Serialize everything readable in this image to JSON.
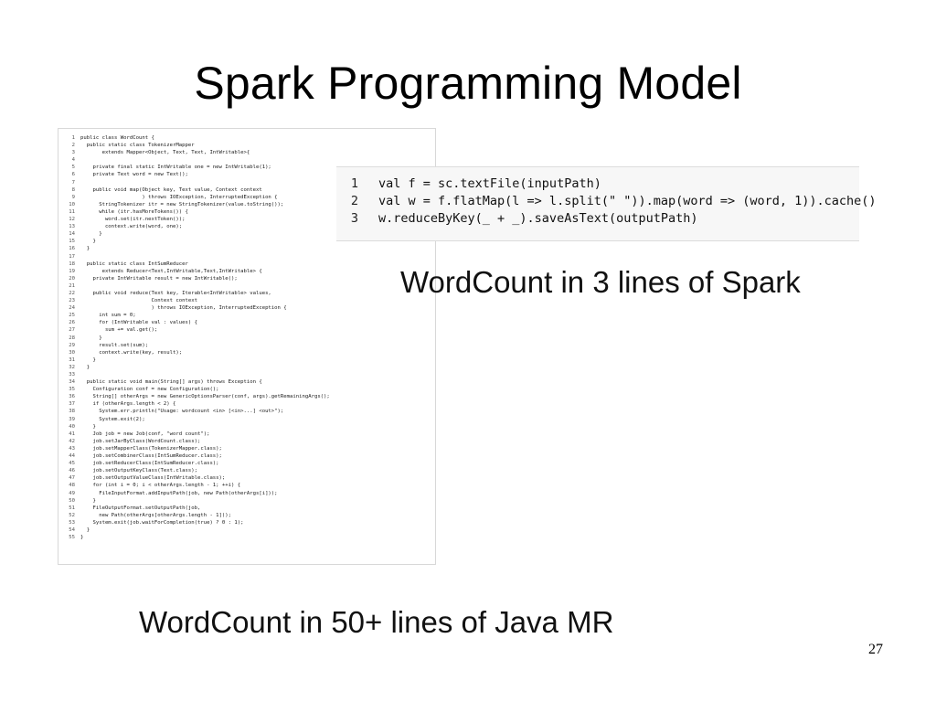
{
  "slide": {
    "title": "Spark Programming Model",
    "page_number": "27"
  },
  "java_code": {
    "caption": "WordCount in 50+ lines of Java MR",
    "lines": [
      {
        "n": "1",
        "code": "public class WordCount {"
      },
      {
        "n": "2",
        "code": "  public static class TokenizerMapper"
      },
      {
        "n": "3",
        "code": "       extends Mapper<Object, Text, Text, IntWritable>{"
      },
      {
        "n": "4",
        "code": ""
      },
      {
        "n": "5",
        "code": "    private final static IntWritable one = new IntWritable(1);"
      },
      {
        "n": "6",
        "code": "    private Text word = new Text();"
      },
      {
        "n": "7",
        "code": ""
      },
      {
        "n": "8",
        "code": "    public void map(Object key, Text value, Context context"
      },
      {
        "n": "9",
        "code": "                    ) throws IOException, InterruptedException {"
      },
      {
        "n": "10",
        "code": "      StringTokenizer itr = new StringTokenizer(value.toString());"
      },
      {
        "n": "11",
        "code": "      while (itr.hasMoreTokens()) {"
      },
      {
        "n": "12",
        "code": "        word.set(itr.nextToken());"
      },
      {
        "n": "13",
        "code": "        context.write(word, one);"
      },
      {
        "n": "14",
        "code": "      }"
      },
      {
        "n": "15",
        "code": "    }"
      },
      {
        "n": "16",
        "code": "  }"
      },
      {
        "n": "17",
        "code": ""
      },
      {
        "n": "18",
        "code": "  public static class IntSumReducer"
      },
      {
        "n": "19",
        "code": "       extends Reducer<Text,IntWritable,Text,IntWritable> {"
      },
      {
        "n": "20",
        "code": "    private IntWritable result = new IntWritable();"
      },
      {
        "n": "21",
        "code": ""
      },
      {
        "n": "22",
        "code": "    public void reduce(Text key, Iterable<IntWritable> values,"
      },
      {
        "n": "23",
        "code": "                       Context context"
      },
      {
        "n": "24",
        "code": "                       ) throws IOException, InterruptedException {"
      },
      {
        "n": "25",
        "code": "      int sum = 0;"
      },
      {
        "n": "26",
        "code": "      for (IntWritable val : values) {"
      },
      {
        "n": "27",
        "code": "        sum += val.get();"
      },
      {
        "n": "28",
        "code": "      }"
      },
      {
        "n": "29",
        "code": "      result.set(sum);"
      },
      {
        "n": "30",
        "code": "      context.write(key, result);"
      },
      {
        "n": "31",
        "code": "    }"
      },
      {
        "n": "32",
        "code": "  }"
      },
      {
        "n": "33",
        "code": ""
      },
      {
        "n": "34",
        "code": "  public static void main(String[] args) throws Exception {"
      },
      {
        "n": "35",
        "code": "    Configuration conf = new Configuration();"
      },
      {
        "n": "36",
        "code": "    String[] otherArgs = new GenericOptionsParser(conf, args).getRemainingArgs();"
      },
      {
        "n": "37",
        "code": "    if (otherArgs.length < 2) {"
      },
      {
        "n": "38",
        "code": "      System.err.println(\"Usage: wordcount <in> [<in>...] <out>\");"
      },
      {
        "n": "39",
        "code": "      System.exit(2);"
      },
      {
        "n": "40",
        "code": "    }"
      },
      {
        "n": "41",
        "code": "    Job job = new Job(conf, \"word count\");"
      },
      {
        "n": "42",
        "code": "    job.setJarByClass(WordCount.class);"
      },
      {
        "n": "43",
        "code": "    job.setMapperClass(TokenizerMapper.class);"
      },
      {
        "n": "44",
        "code": "    job.setCombinerClass(IntSumReducer.class);"
      },
      {
        "n": "45",
        "code": "    job.setReducerClass(IntSumReducer.class);"
      },
      {
        "n": "46",
        "code": "    job.setOutputKeyClass(Text.class);"
      },
      {
        "n": "47",
        "code": "    job.setOutputValueClass(IntWritable.class);"
      },
      {
        "n": "48",
        "code": "    for (int i = 0; i < otherArgs.length - 1; ++i) {"
      },
      {
        "n": "49",
        "code": "      FileInputFormat.addInputPath(job, new Path(otherArgs[i]));"
      },
      {
        "n": "50",
        "code": "    }"
      },
      {
        "n": "51",
        "code": "    FileOutputFormat.setOutputPath(job,"
      },
      {
        "n": "52",
        "code": "      new Path(otherArgs[otherArgs.length - 1]));"
      },
      {
        "n": "53",
        "code": "    System.exit(job.waitForCompletion(true) ? 0 : 1);"
      },
      {
        "n": "54",
        "code": "  }"
      },
      {
        "n": "55",
        "code": "}"
      }
    ]
  },
  "spark_code": {
    "caption": "WordCount in 3 lines of Spark",
    "lines": [
      {
        "n": "1",
        "code": "val f = sc.textFile(inputPath)"
      },
      {
        "n": "2",
        "code": "val w = f.flatMap(l => l.split(\" \")).map(word => (word, 1)).cache()"
      },
      {
        "n": "3",
        "code": "w.reduceByKey(_ + _).saveAsText(outputPath)"
      }
    ]
  }
}
